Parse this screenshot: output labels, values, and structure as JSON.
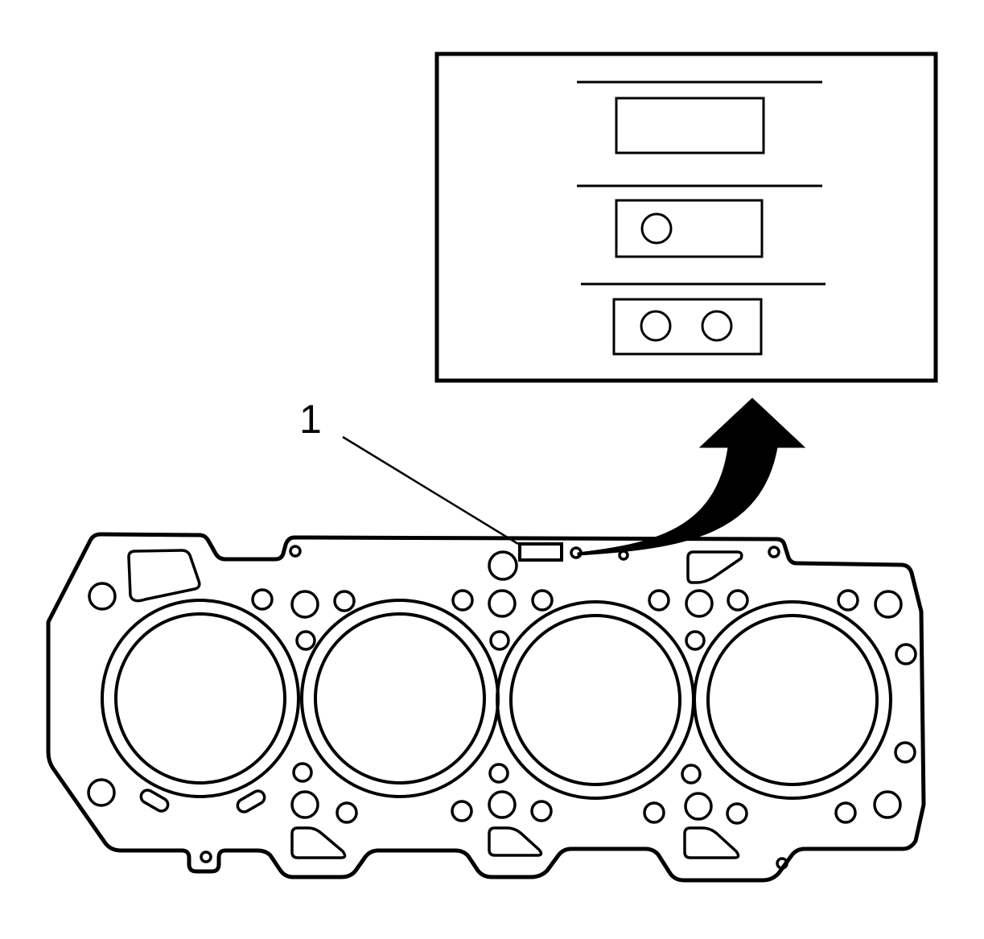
{
  "callout": {
    "label": "1"
  },
  "colors": {
    "stroke": "#000000",
    "background": "#ffffff"
  },
  "inset": {
    "panels": [
      {
        "identification_holes": 0
      },
      {
        "identification_holes": 1
      },
      {
        "identification_holes": 2
      }
    ]
  },
  "gasket": {
    "cylinder_bores": 4
  }
}
